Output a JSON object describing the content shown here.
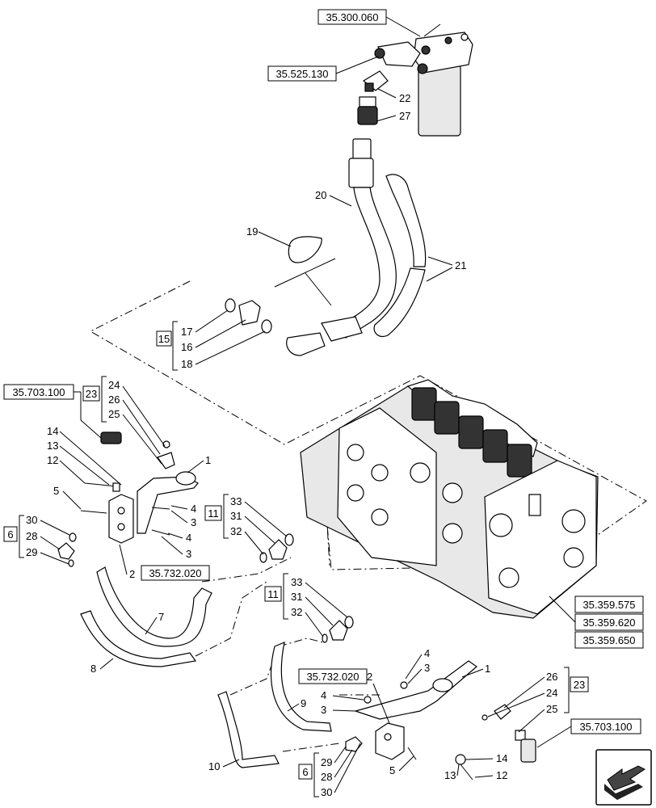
{
  "references": {
    "filter": "35.300.060",
    "fitting_top": "35.525.130",
    "harness_left": "35.703.100",
    "bracket_left": "35.732.020",
    "valve_1": "35.359.575",
    "valve_2": "35.359.620",
    "valve_3": "35.359.650",
    "bracket_bottom": "35.732.020",
    "harness_bottom": "35.703.100"
  },
  "groups": {
    "g15": "15",
    "g23_left": "23",
    "g6_left": "6",
    "g11_top": "11",
    "g11_bottom": "11",
    "g6_bottom": "6",
    "g23_right": "23"
  },
  "callouts": {
    "c22": "22",
    "c27": "27",
    "c20": "20",
    "c19": "19",
    "c21": "21",
    "c17": "17",
    "c16": "16",
    "c18": "18",
    "c24a": "24",
    "c26a": "26",
    "c25a": "25",
    "c14a": "14",
    "c13a": "13",
    "c12a": "12",
    "c5a": "5",
    "c1a": "1",
    "c4a": "4",
    "c3a": "3",
    "c4b": "4",
    "c3b": "3",
    "c30a": "30",
    "c28a": "28",
    "c29a": "29",
    "c2a": "2",
    "c33a": "33",
    "c31a": "31",
    "c32a": "32",
    "c7": "7",
    "c8": "8",
    "c33b": "33",
    "c31b": "31",
    "c32b": "32",
    "c4c": "4",
    "c3c": "3",
    "c1b": "1",
    "c2b": "2",
    "c4d": "4",
    "c3d": "3",
    "c9": "9",
    "c10": "10",
    "c29b": "29",
    "c28b": "28",
    "c30b": "30",
    "c5b": "5",
    "c14b": "14",
    "c13b": "13",
    "c12b": "12",
    "c26b": "26",
    "c24b": "24",
    "c25b": "25"
  },
  "icons": {
    "corner": "next-page-arrow-icon"
  }
}
